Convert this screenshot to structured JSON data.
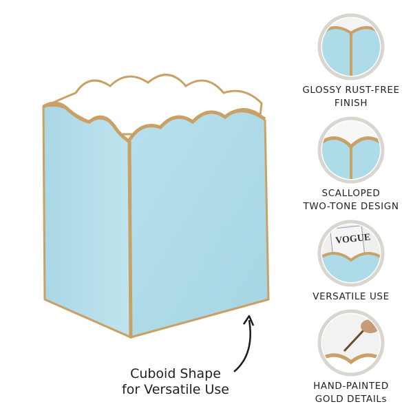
{
  "main_caption": {
    "line1": "Cuboid Shape",
    "line2": "for Versatile Use"
  },
  "features": [
    {
      "icon": "glossy-finish-closeup",
      "line1": "GLOSSY RUST-FREE",
      "line2": "FINISH"
    },
    {
      "icon": "scalloped-edge-closeup",
      "line1": "SCALLOPED",
      "line2": "TWO-TONE DESIGN"
    },
    {
      "icon": "magazine-holder-closeup",
      "line1": "VERSATILE USE",
      "line2": "",
      "magazine_text": "VOGUE"
    },
    {
      "icon": "paintbrush-closeup",
      "line1": "HAND-PAINTED",
      "line2": "GOLD DETAILs"
    }
  ],
  "colors": {
    "body_blue": "#aedbe8",
    "side_blue": "#b9e1ec",
    "gold": "#c9a066",
    "gold_dark": "#b08450",
    "interior": "#ffffff",
    "ring": "#d9d6d0"
  }
}
